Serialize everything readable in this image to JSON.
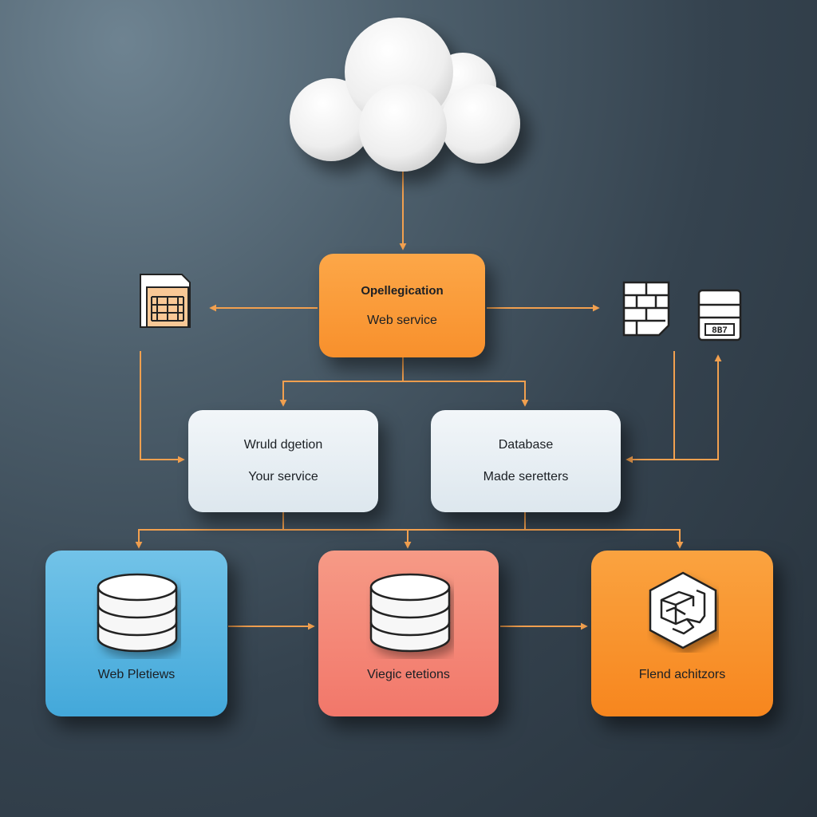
{
  "colors": {
    "connector": "#f2a04f",
    "app_node": "#f8902c",
    "service_nodes": "#e6eef3",
    "node_web": "#43a8da",
    "node_logic": "#f2776a",
    "node_frontend": "#f7861e"
  },
  "icons": {
    "cloud": "cloud-icon",
    "left": "spreadsheet-icon",
    "right_1": "brick-document-icon",
    "right_2": "calculator-panel-icon",
    "web": "database-icon",
    "logic": "database-icon",
    "frontend": "hexagon-cube-icon"
  },
  "app_node": {
    "title": "Opellegication",
    "subtitle": "Web service"
  },
  "service_node": {
    "title": "Wruld dgetion",
    "subtitle": "Your service"
  },
  "database_node": {
    "title": "Database",
    "subtitle": "Made seretters"
  },
  "bottom_nodes": {
    "web": "Web Pletiews",
    "logic": "Viegic etetions",
    "frontend": "Flend achitzors"
  },
  "panel_label": "8B7"
}
